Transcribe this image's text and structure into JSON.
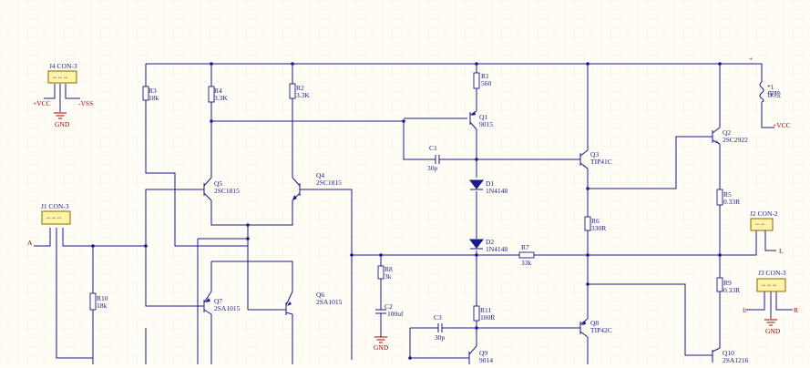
{
  "colors": {
    "wire": "#1a1a8c",
    "label_red": "#b00000",
    "connector_fill": "#fff3a8",
    "background": "#fffdf6",
    "grid": "#f0e9d6"
  },
  "connectors": [
    {
      "id": "J4",
      "ref": "J4 CON-3",
      "pins": "~ ~ ~",
      "left": "+VCC",
      "right": "-VSS",
      "gnd": "GND"
    },
    {
      "id": "J1",
      "ref": "J1 CON-3",
      "pins": "~ ~ ~",
      "label": "A"
    },
    {
      "id": "J2",
      "ref": "J2 CON-2",
      "pins": "~ ~",
      "label": "L"
    },
    {
      "id": "J3",
      "ref": "J3 CON-3",
      "pins": "~ ~ ~",
      "left": "L",
      "right": "R",
      "gnd": "GND"
    }
  ],
  "resistors": [
    {
      "id": "R1",
      "name": "R1",
      "value": "560"
    },
    {
      "id": "R2",
      "name": "R2",
      "value": "3.3K"
    },
    {
      "id": "R3",
      "name": "R3",
      "value": "18k"
    },
    {
      "id": "R4",
      "name": "R4",
      "value": "3.3K"
    },
    {
      "id": "R5",
      "name": "R5",
      "value": "0.33R"
    },
    {
      "id": "R6",
      "name": "R6",
      "value": "330R"
    },
    {
      "id": "R7",
      "name": "R7",
      "value": "33k"
    },
    {
      "id": "R8",
      "name": "R8",
      "value": "3k"
    },
    {
      "id": "R9",
      "name": "R9",
      "value": "0.33R"
    },
    {
      "id": "R10",
      "name": "R10",
      "value": "18k"
    },
    {
      "id": "R11",
      "name": "R11",
      "value": "100R"
    }
  ],
  "capacitors": [
    {
      "id": "C1",
      "name": "C1",
      "value": "30p"
    },
    {
      "id": "C2",
      "name": "C2",
      "value": "100uf"
    },
    {
      "id": "C3",
      "name": "C3",
      "value": "30p"
    }
  ],
  "diodes": [
    {
      "id": "D1",
      "name": "D1",
      "value": "1N4148"
    },
    {
      "id": "D2",
      "name": "D2",
      "value": "1N4148"
    }
  ],
  "transistors": [
    {
      "id": "Q1",
      "name": "Q1",
      "value": "9015"
    },
    {
      "id": "Q2",
      "name": "Q2",
      "value": "2SC2922"
    },
    {
      "id": "Q3",
      "name": "Q3",
      "value": "TIP41C"
    },
    {
      "id": "Q4",
      "name": "Q4",
      "value": "2SC1815"
    },
    {
      "id": "Q5",
      "name": "Q5",
      "value": "2SC1815"
    },
    {
      "id": "Q6",
      "name": "Q6",
      "value": "2SA1015"
    },
    {
      "id": "Q7",
      "name": "Q7",
      "value": "2SA1015"
    },
    {
      "id": "Q8",
      "name": "Q8",
      "value": "TIP42C"
    },
    {
      "id": "Q9",
      "name": "Q9",
      "value": "9014"
    },
    {
      "id": "Q10",
      "name": "Q10",
      "value": "2SA1216"
    }
  ],
  "fuse": {
    "name": "*1",
    "value": "保险"
  },
  "power_labels": {
    "plus": "+",
    "vcc": "+VCC",
    "gnd": "GND"
  }
}
